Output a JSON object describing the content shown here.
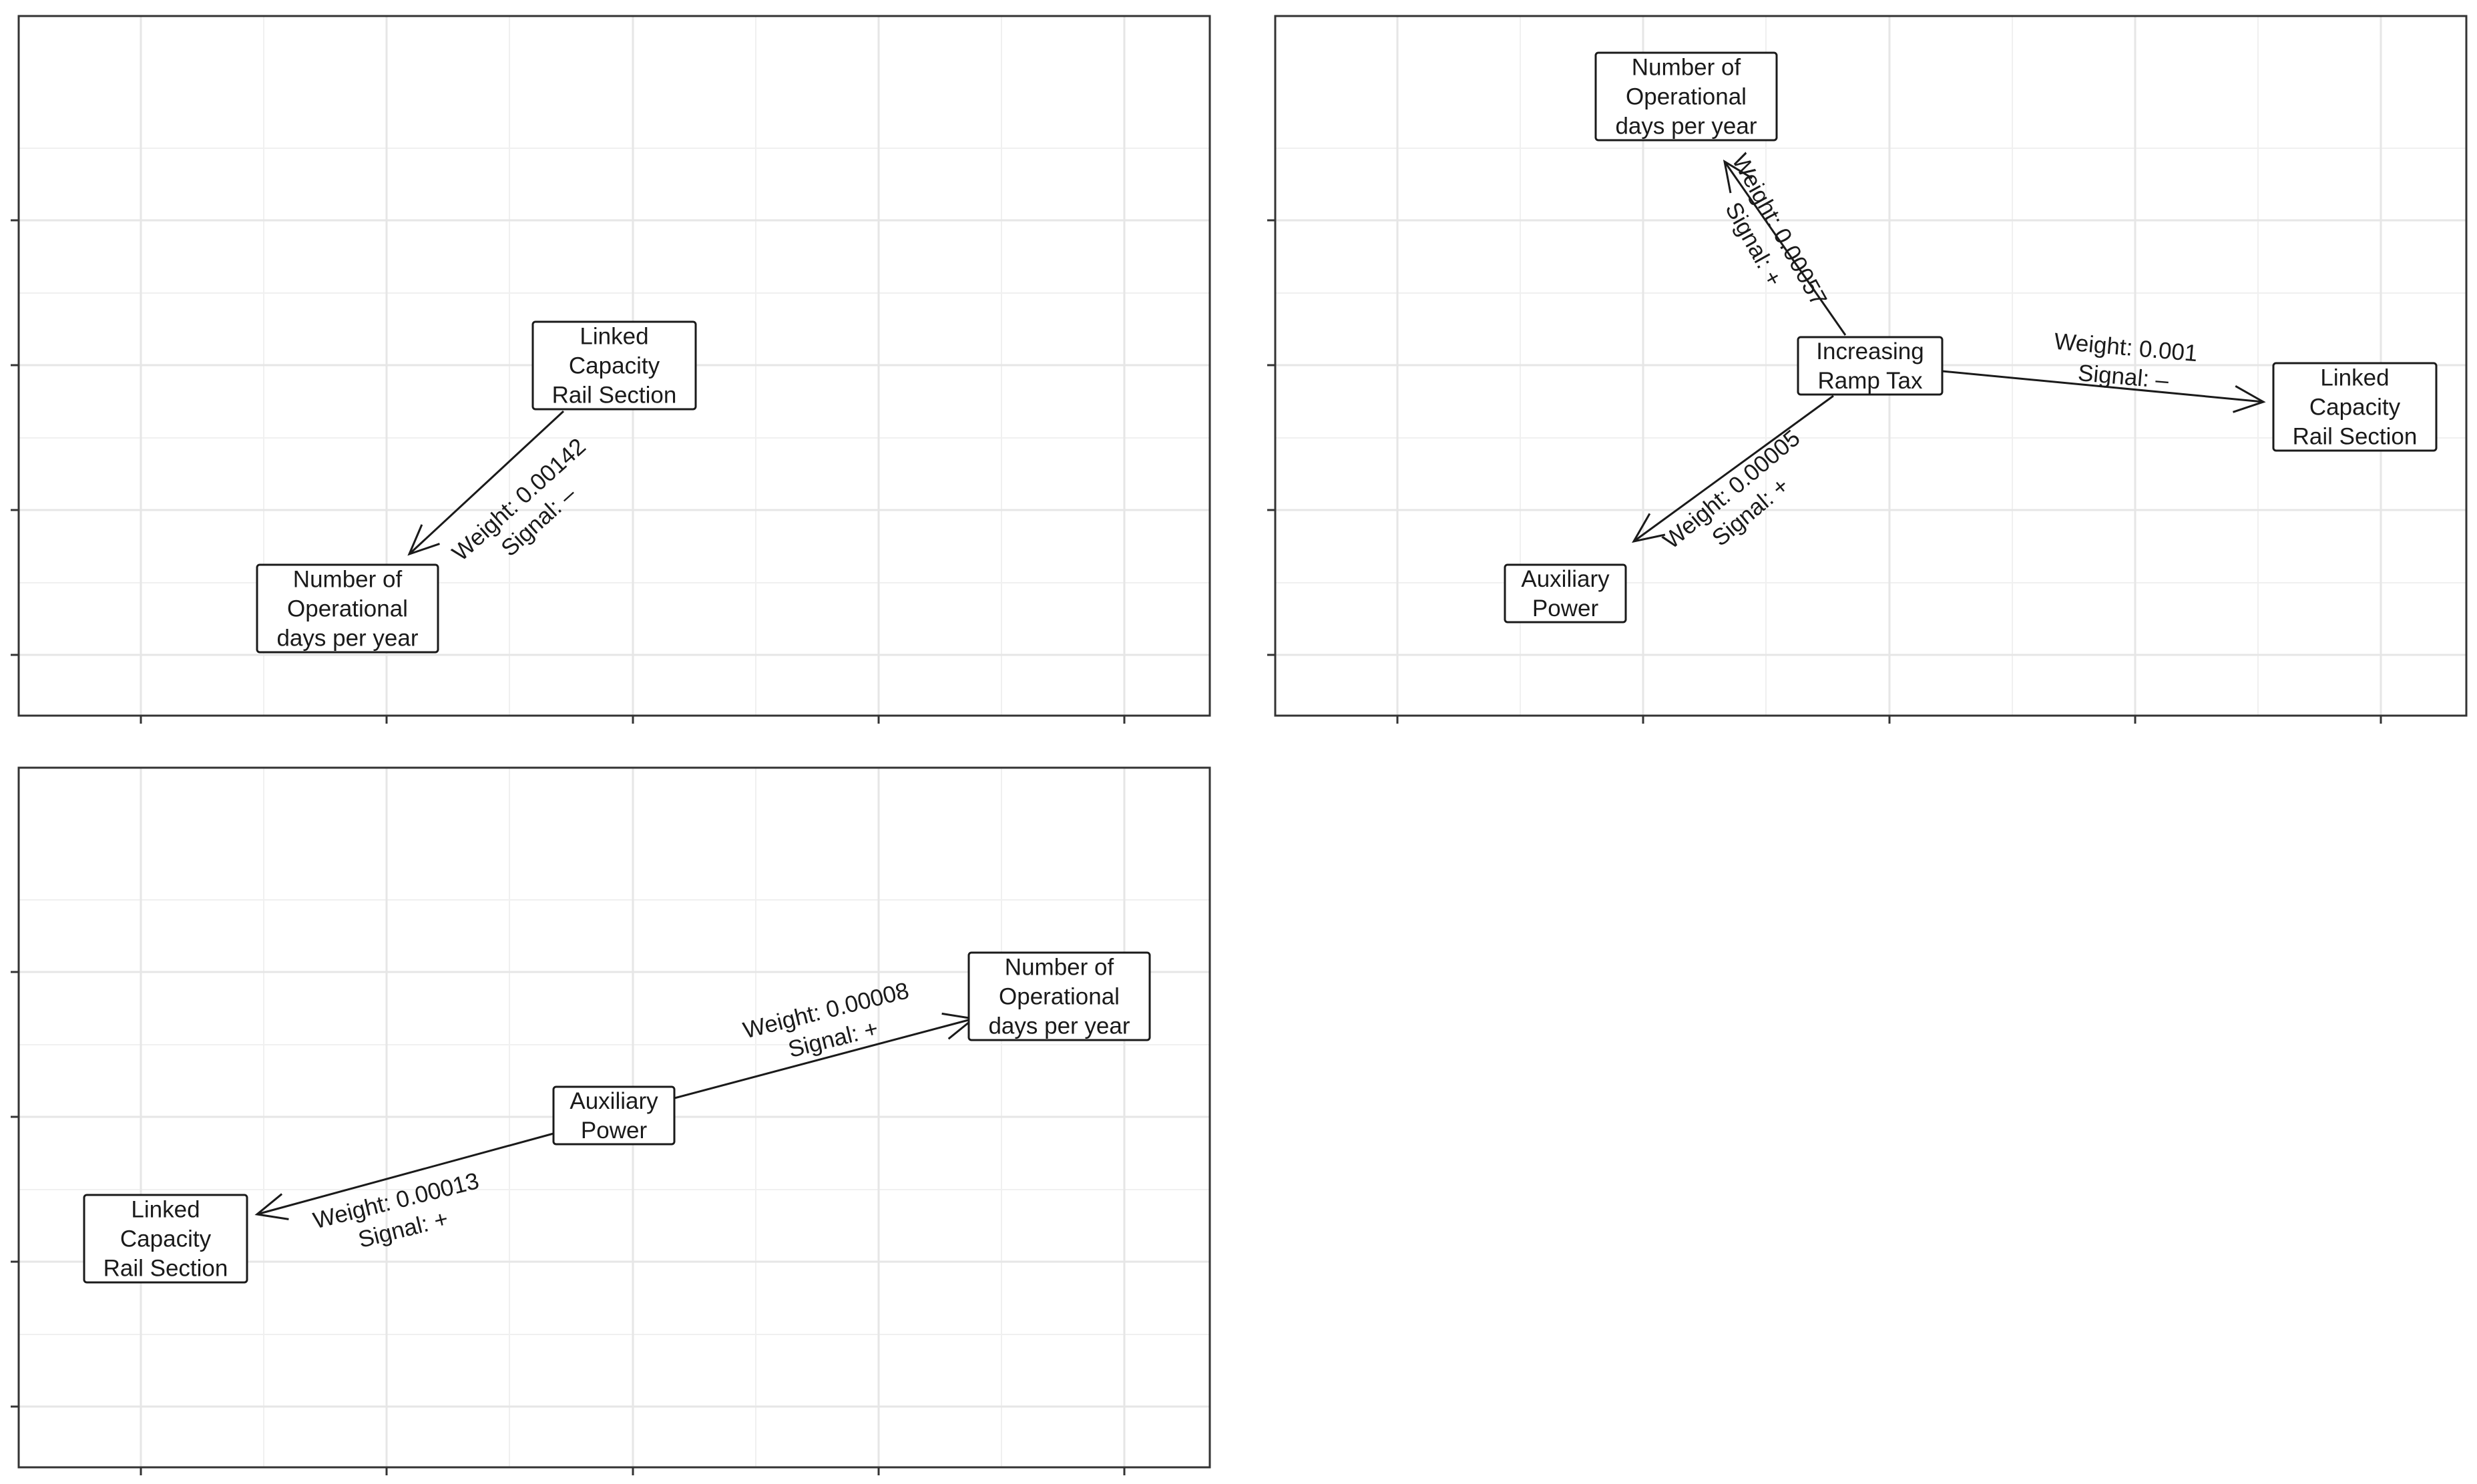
{
  "panels": [
    {
      "id": "p1",
      "nodes": [
        {
          "id": "lcrs",
          "lines": [
            "Linked",
            "Capacity",
            "Rail Section"
          ]
        },
        {
          "id": "nodpy",
          "lines": [
            "Number of",
            "Operational",
            "days per year"
          ]
        }
      ],
      "edges": [
        {
          "from": "lcrs",
          "to": "nodpy",
          "weight": "Weight: 0.00142",
          "signal": "Signal: –"
        }
      ]
    },
    {
      "id": "p2",
      "nodes": [
        {
          "id": "nodpy",
          "lines": [
            "Number of",
            "Operational",
            "days per year"
          ]
        },
        {
          "id": "irt",
          "lines": [
            "Increasing",
            "Ramp Tax"
          ]
        },
        {
          "id": "lcrs",
          "lines": [
            "Linked",
            "Capacity",
            "Rail Section"
          ]
        },
        {
          "id": "ap",
          "lines": [
            "Auxiliary",
            "Power"
          ]
        }
      ],
      "edges": [
        {
          "from": "irt",
          "to": "nodpy",
          "weight": "Weight: 0.00057",
          "signal": "Signal: +"
        },
        {
          "from": "irt",
          "to": "lcrs",
          "weight": "Weight: 0.001",
          "signal": "Signal: –"
        },
        {
          "from": "irt",
          "to": "ap",
          "weight": "Weight: 0.00005",
          "signal": "Signal: +"
        }
      ]
    },
    {
      "id": "p3",
      "nodes": [
        {
          "id": "nodpy",
          "lines": [
            "Number of",
            "Operational",
            "days per year"
          ]
        },
        {
          "id": "ap",
          "lines": [
            "Auxiliary",
            "Power"
          ]
        },
        {
          "id": "lcrs",
          "lines": [
            "Linked",
            "Capacity",
            "Rail Section"
          ]
        }
      ],
      "edges": [
        {
          "from": "ap",
          "to": "nodpy",
          "weight": "Weight: 0.00008",
          "signal": "Signal: +"
        },
        {
          "from": "ap",
          "to": "lcrs",
          "weight": "Weight: 0.00013",
          "signal": "Signal: +"
        }
      ]
    }
  ],
  "colors": {
    "line": "#1a1a1a",
    "frame": "#333333",
    "grid": "#e6e6e6",
    "background": "#ffffff"
  }
}
